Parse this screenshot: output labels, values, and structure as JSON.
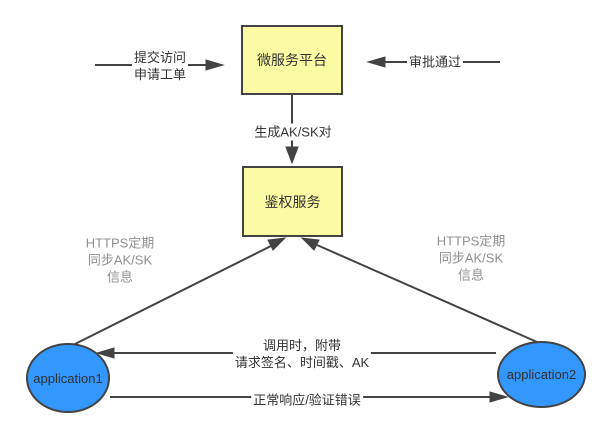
{
  "diagram": {
    "nodes": {
      "platform": {
        "label": "微服务平台"
      },
      "auth": {
        "label": "鉴权服务"
      },
      "app1": {
        "label": "application1"
      },
      "app2": {
        "label": "application2"
      }
    },
    "edges": {
      "submit": {
        "line1": "提交访问",
        "line2": "申请工单"
      },
      "approve": {
        "label": "审批通过"
      },
      "generate": {
        "label": "生成AK/SK对"
      },
      "sync_left": {
        "lines": [
          "HTTPS定期",
          "同步AK/SK",
          "信息"
        ]
      },
      "sync_right": {
        "lines": [
          "HTTPS定期",
          "同步AK/SK",
          "信息"
        ]
      },
      "call": {
        "line1": "调用时，附带",
        "line2": "请求签名、时间戳、AK"
      },
      "response": {
        "label": "正常响应/验证错误"
      }
    },
    "colors": {
      "process_fill": "#fbfba3",
      "application_fill": "#3398fe",
      "stroke": "#434343",
      "text": "#333333",
      "muted_text": "#909090",
      "background": "#ffffff"
    }
  }
}
